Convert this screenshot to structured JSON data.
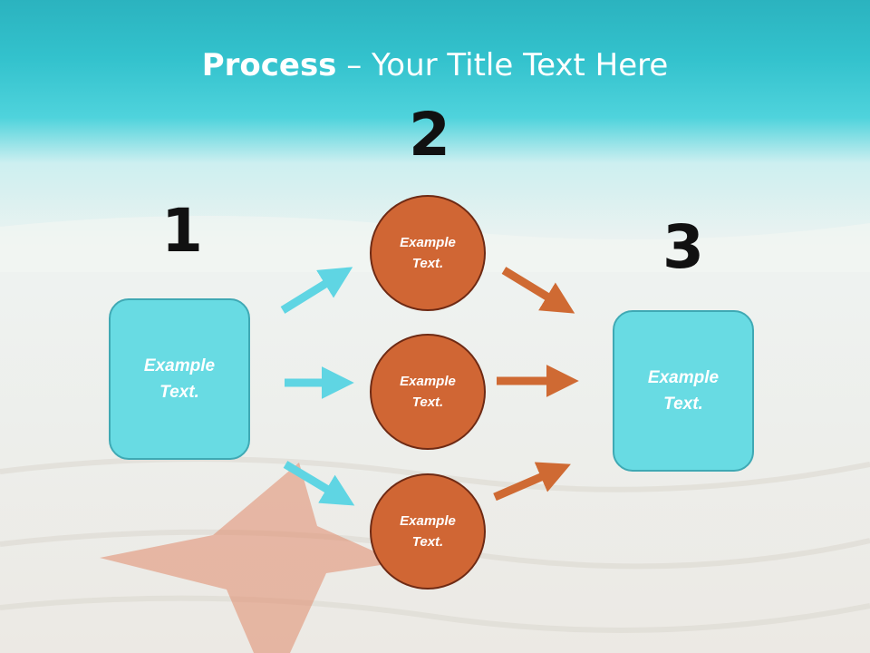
{
  "slide": {
    "title_bold": "Process",
    "title_rest": " – Your Title Text Here",
    "colors": {
      "teal": "#68dbe3",
      "teal_border": "#3fa9b4",
      "orange": "#d06634",
      "orange_border": "#6e2a14",
      "arrow_teal": "#5fd5e3",
      "arrow_orange": "#cf6a33"
    }
  },
  "steps": {
    "step1_number": "1",
    "step2_number": "2",
    "step3_number": "3"
  },
  "nodes": {
    "left_box": "Example\nText.",
    "circle_top": "Example\nText.",
    "circle_middle": "Example\nText.",
    "circle_bottom": "Example\nText.",
    "right_box": "Example\nText."
  }
}
